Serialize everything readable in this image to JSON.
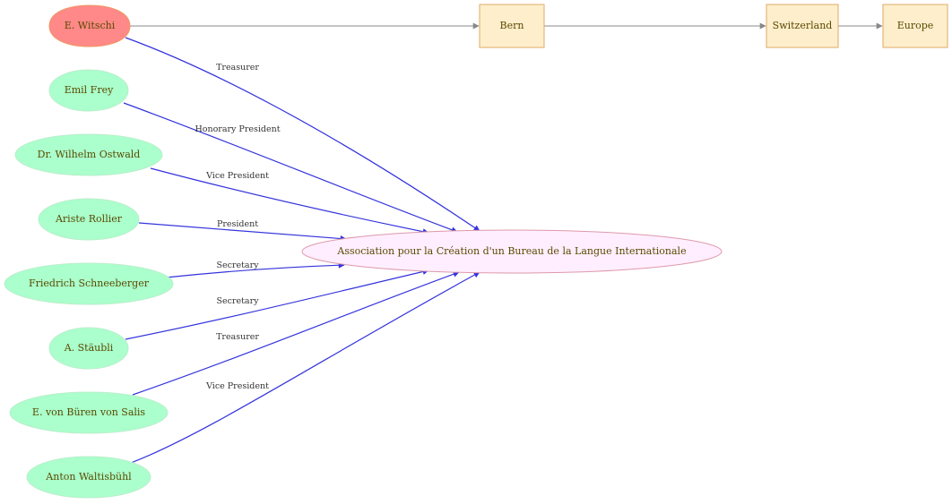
{
  "nodes": {
    "witschi": "E. Witschi",
    "frey": "Emil Frey",
    "ostwald": "Dr. Wilhelm Ostwald",
    "rollier": "Ariste Rollier",
    "schneeberger": "Friedrich Schneeberger",
    "staubli": "A. Stäubli",
    "salis": "E. von Büren von Salis",
    "waltisbuhl": "Anton Waltisbühl",
    "association": "Association pour la Création d'un Bureau de la Langue Internationale",
    "bern": "Bern",
    "switzerland": "Switzerland",
    "europe": "Europe"
  },
  "edges": {
    "witschi": "Treasurer",
    "frey": "Honorary President",
    "ostwald": "Vice President",
    "rollier": "President",
    "schneeberger": "Secretary",
    "staubli": "Secretary",
    "salis": "Treasurer",
    "waltisbuhl": "Vice President"
  },
  "colors": {
    "person_fill": "#aaffcc",
    "highlight_fill": "#ff8888",
    "org_fill": "#ffeeff",
    "place_fill": "#ffeecc",
    "member_edge": "#3333dd",
    "location_edge": "#888888"
  }
}
